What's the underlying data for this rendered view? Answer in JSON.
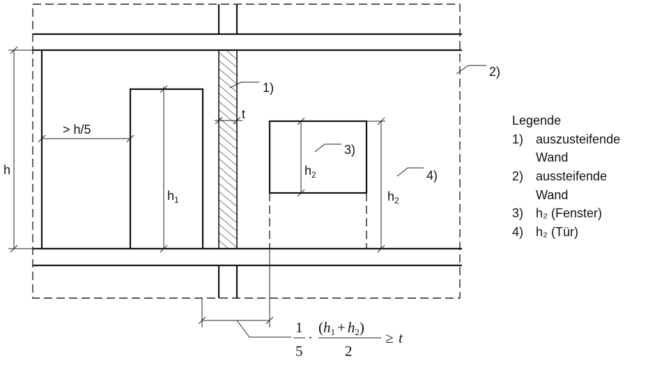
{
  "labels": {
    "h": "h",
    "h1_main": "h",
    "h1_sub": "1",
    "h2_main": "h",
    "h2_sub": "2",
    "gt_h5": "> h/5",
    "t": "t",
    "n1": "1)",
    "n2": "2)",
    "n3": "3)",
    "n4": "4)"
  },
  "formula": {
    "frac1_num": "1",
    "frac1_den": "5",
    "dot": "·",
    "open": "(",
    "h": "h",
    "sub1": "1",
    "plus": "+",
    "sub2": "2",
    "close": ")",
    "den2": "2",
    "geq": "≥",
    "t": "t"
  },
  "legend": {
    "title": "Legende",
    "items": [
      {
        "num": "1)",
        "text": "auszusteifende\nWand"
      },
      {
        "num": "2)",
        "text": "aussteifende\nWand"
      },
      {
        "num": "3)",
        "text": "h₂ (Fenster)"
      },
      {
        "num": "4)",
        "text": "h₂ (Tür)"
      }
    ]
  }
}
